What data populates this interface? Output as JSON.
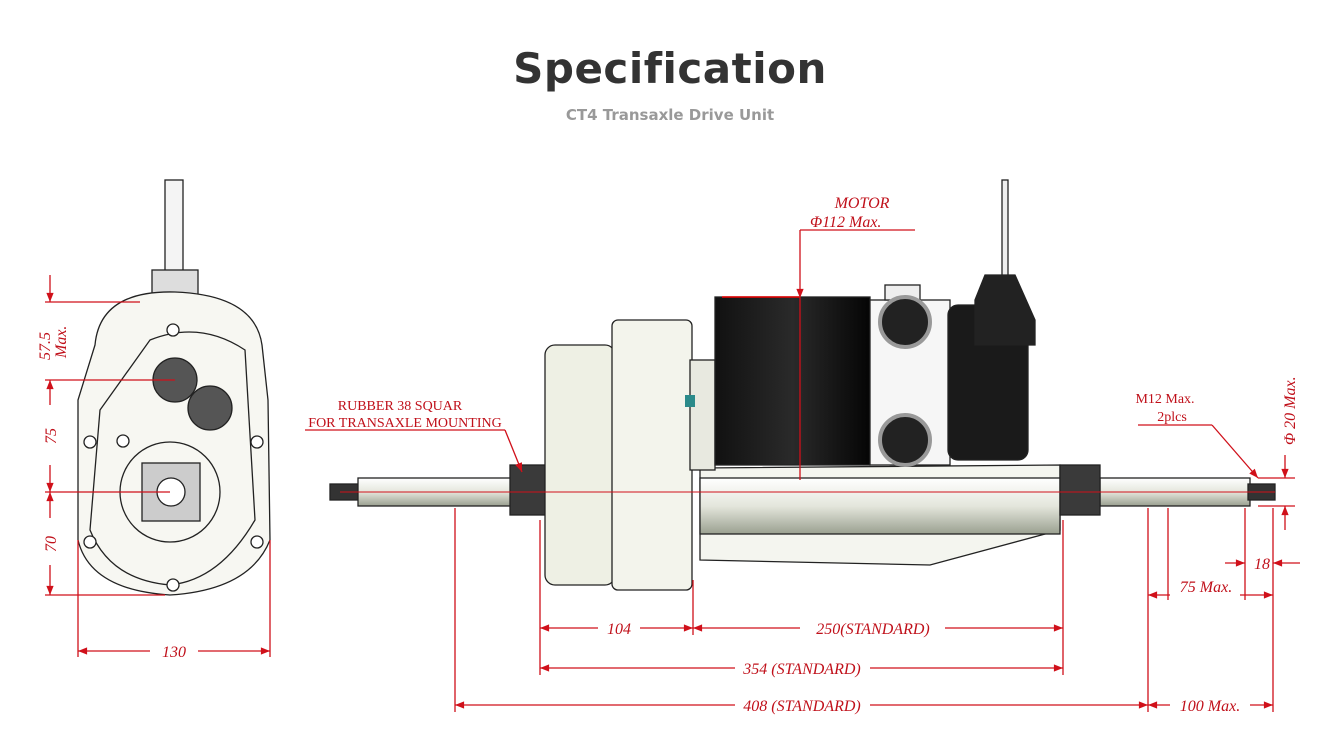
{
  "header": {
    "title": "Specification",
    "subtitle": "CT4 Transaxle Drive Unit"
  },
  "drawing": {
    "front_view": {
      "dim_top": "57.5",
      "dim_top_suffix": "Max.",
      "dim_middle": "75",
      "dim_bottom": "70",
      "dim_width": "130"
    },
    "side_view": {
      "motor_label": "MOTOR",
      "motor_diameter": "Φ112  Max.",
      "rubber_line1": "RUBBER 38 SQUAR",
      "rubber_line2": "FOR TRANSAXLE MOUNTING",
      "thread_line1": "M12 Max.",
      "thread_line2": "2plcs",
      "shaft_diameter": "Φ 20 Max.",
      "dim_104": "104",
      "dim_250": "250(STANDARD)",
      "dim_354": "354 (STANDARD)",
      "dim_408": "408 (STANDARD)",
      "dim_100": "100 Max.",
      "dim_75": "75 Max.",
      "dim_18": "18"
    },
    "colors": {
      "dimension": "#d0101a",
      "title": "#333333",
      "subtitle": "#999999"
    }
  }
}
